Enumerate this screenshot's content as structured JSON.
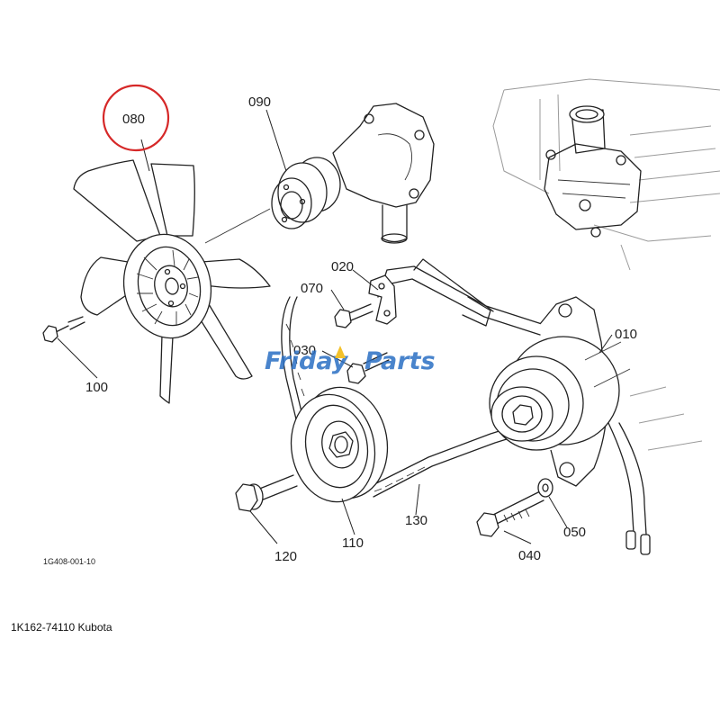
{
  "diagram": {
    "callouts": [
      {
        "id": "p080",
        "label": "080",
        "highlight_color": "#d62828"
      },
      {
        "id": "p090",
        "label": "090"
      },
      {
        "id": "p020",
        "label": "020"
      },
      {
        "id": "p070",
        "label": "070"
      },
      {
        "id": "p030",
        "label": "030"
      },
      {
        "id": "p010",
        "label": "010"
      },
      {
        "id": "p100",
        "label": "100"
      },
      {
        "id": "p120",
        "label": "120"
      },
      {
        "id": "p110",
        "label": "110"
      },
      {
        "id": "p130",
        "label": "130"
      },
      {
        "id": "p050",
        "label": "050"
      },
      {
        "id": "p040",
        "label": "040"
      }
    ],
    "drawing_code": "1G408-001-10",
    "watermark": {
      "text_a": "Friday",
      "text_b": "Parts",
      "color_a": "#2a6fc4",
      "color_b": "#2a6fc4",
      "accent": "#f2b705"
    }
  },
  "footer": {
    "part_number": "1K162-74110 Kubota"
  }
}
